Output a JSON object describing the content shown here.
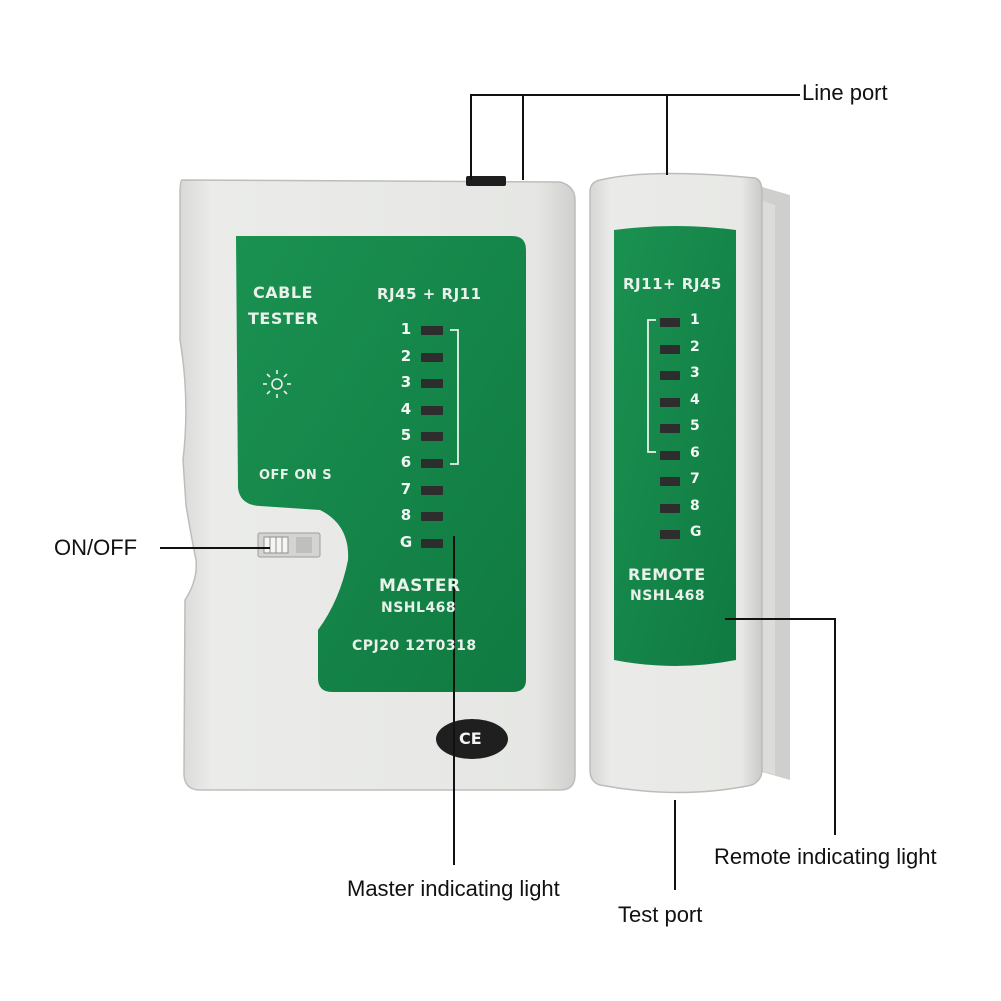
{
  "callouts": {
    "line_port": "Line port",
    "on_off": "ON/OFF",
    "remote_indicating_light": "Remote indicating light",
    "master_indicating_light": "Master indicating light",
    "test_port": "Test port"
  },
  "master": {
    "cable_line1": "CABLE",
    "cable_line2": "TESTER",
    "port_label": "RJ45 + RJ11",
    "switch_label": "OFF ON S",
    "pins": [
      "1",
      "2",
      "3",
      "4",
      "5",
      "6",
      "7",
      "8",
      "G"
    ],
    "brand": "MASTER",
    "model": "NSHL468",
    "code": "CPJ20 12T0318",
    "ce_mark": "CE"
  },
  "remote": {
    "port_label": "RJ11+ RJ45",
    "pins": [
      "1",
      "2",
      "3",
      "4",
      "5",
      "6",
      "7",
      "8",
      "G"
    ],
    "brand": "REMOTE",
    "model": "NSHL468"
  },
  "colors": {
    "body": "#e4e5e2",
    "panel": "#15874a",
    "led": "#2d2d2d"
  }
}
